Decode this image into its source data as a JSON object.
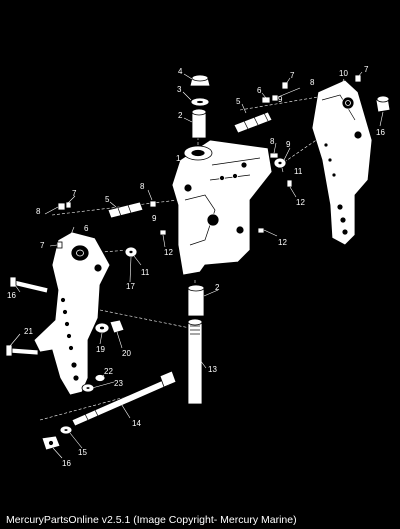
{
  "caption": "MercuryPartsOnline v2.5.1 (Image Copyright- Mercury Marine)",
  "callouts": [
    "1",
    "2",
    "3",
    "4",
    "5",
    "6",
    "7",
    "8",
    "9",
    "10",
    "11",
    "12",
    "13",
    "14",
    "15",
    "16",
    "17",
    "19",
    "20",
    "21",
    "22",
    "23"
  ]
}
